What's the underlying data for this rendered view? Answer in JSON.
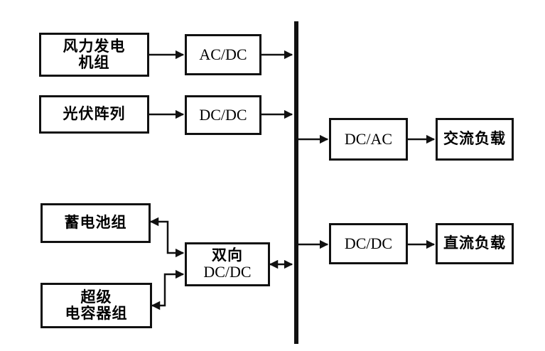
{
  "sources": {
    "wind": {
      "line1": "风力发电",
      "line2": "机组"
    },
    "pv": {
      "label": "光伏阵列"
    },
    "battery": {
      "label": "蓄电池组"
    },
    "supercap": {
      "line1": "超级",
      "line2": "电容器组"
    }
  },
  "converters": {
    "acdc_wind": "AC/DC",
    "dcdc_pv": "DC/DC",
    "bidir": {
      "line1": "双向",
      "line2": "DC/DC"
    },
    "dcac_load": "DC/AC",
    "dcdc_load": "DC/DC"
  },
  "loads": {
    "ac": "交流负载",
    "dc": "直流负载"
  },
  "colors": {
    "stroke": "#111111",
    "background": "#ffffff"
  }
}
